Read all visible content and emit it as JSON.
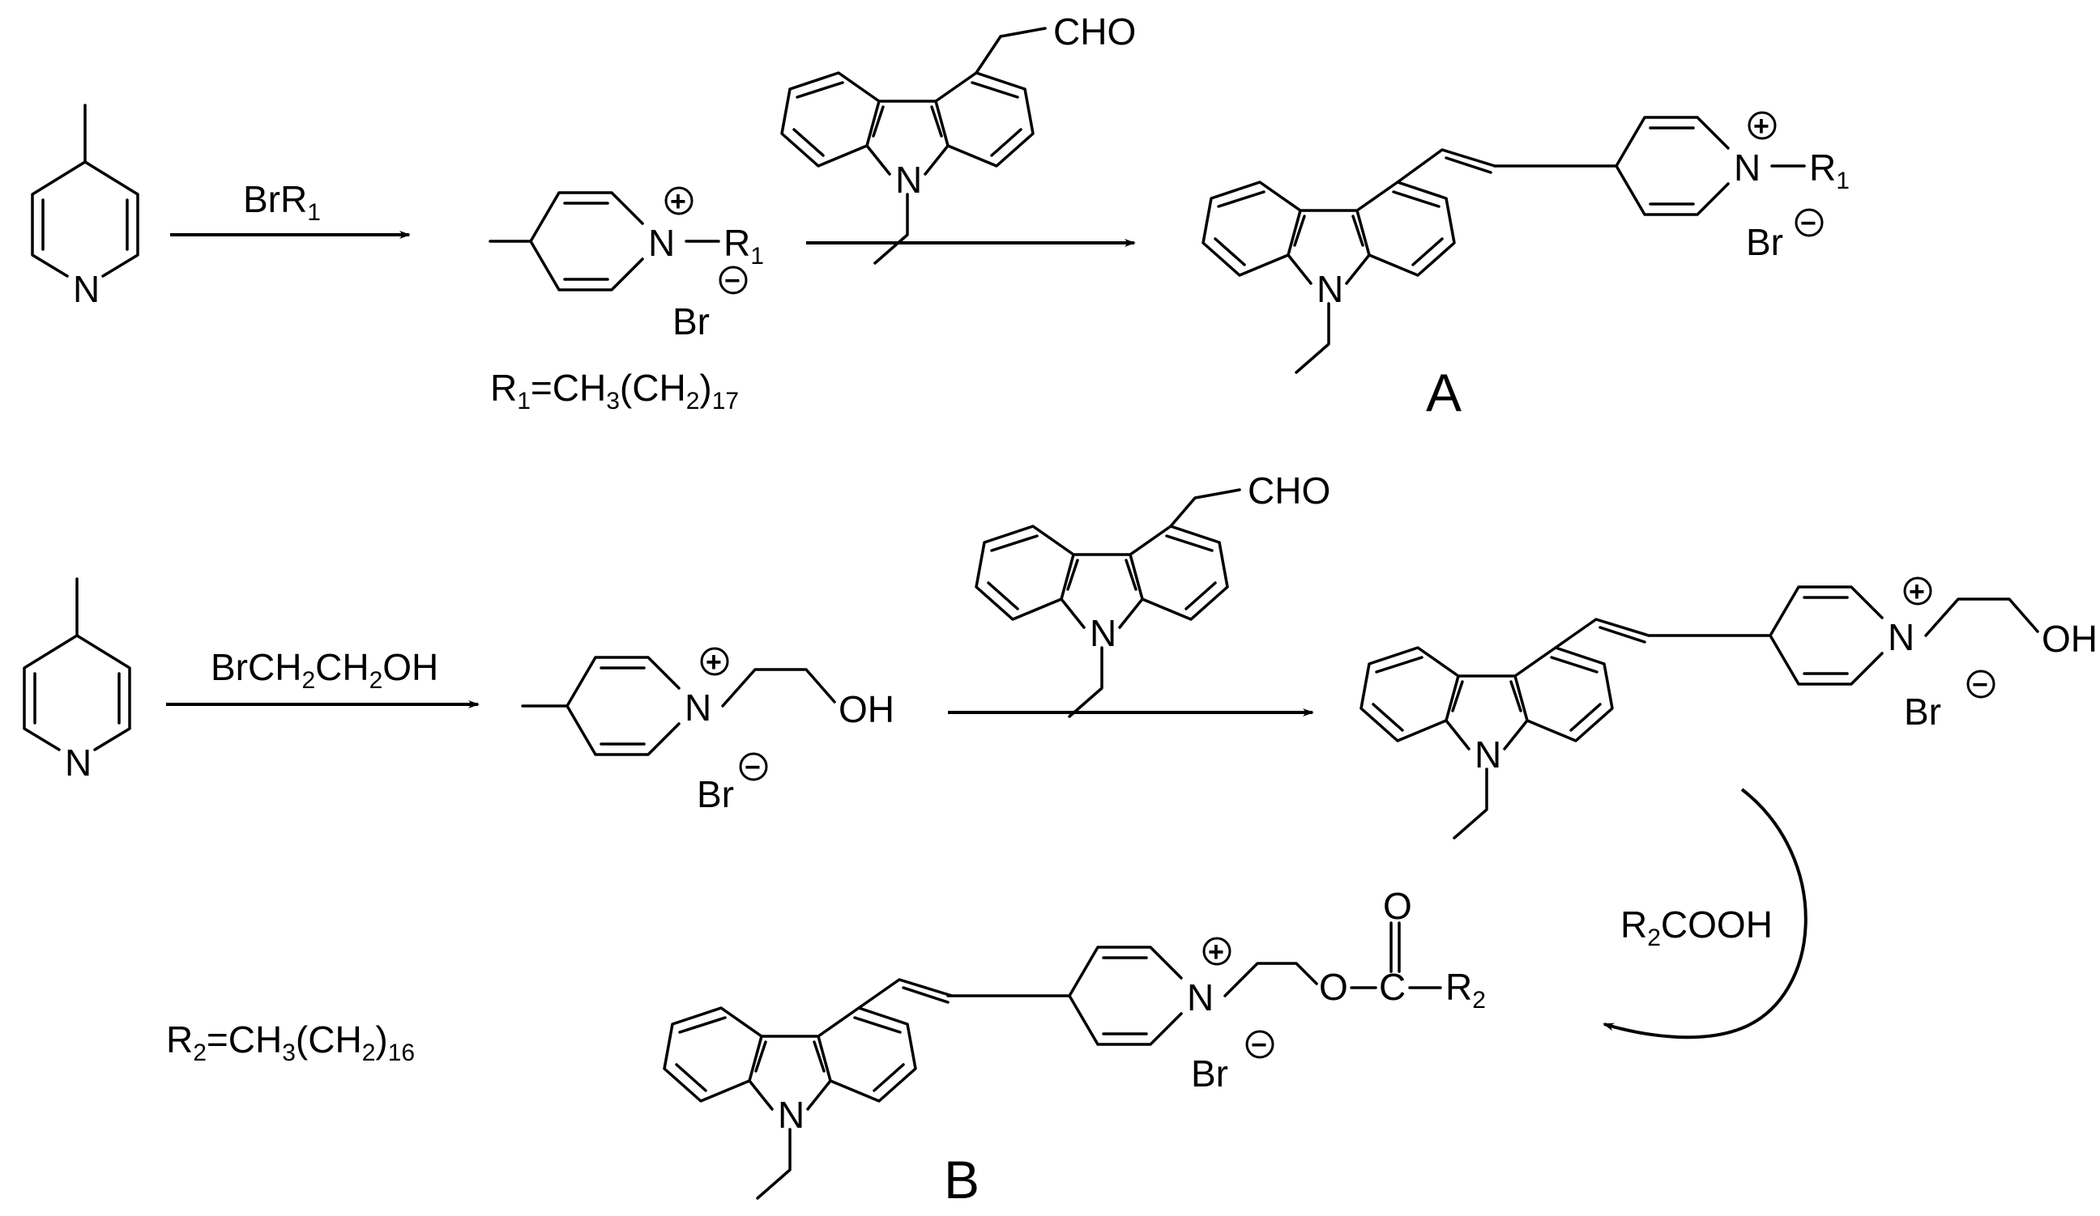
{
  "reagents": {
    "r1_arrow": "BrR",
    "r1_arrow_sub": "1",
    "r2_arrow": "BrCH",
    "r2_arrow_sub1": "2",
    "r2_arrow_mid": "CH",
    "r2_arrow_sub2": "2",
    "r2_arrow_end": "OH",
    "curved_arrow": "R",
    "curved_arrow_sub": "2",
    "curved_arrow_end": "COOH"
  },
  "definitions": {
    "r1_a": "R",
    "r1_sub": "1",
    "r1_b": "=CH",
    "r1_sub2": "3",
    "r1_c": "(CH",
    "r1_sub3": "2",
    "r1_d": ")",
    "r1_sub4": "17",
    "r2_a": "R",
    "r2_sub": "2",
    "r2_b": "=CH",
    "r2_sub2": "3",
    "r2_c": "(CH",
    "r2_sub3": "2",
    "r2_d": ")",
    "r2_sub4": "16"
  },
  "atoms": {
    "n": "N",
    "br": "Br",
    "cho": "CHO",
    "oh": "OH",
    "o": "O",
    "c": "C",
    "r": "R",
    "sub1": "1",
    "sub2": "2",
    "plus": "+",
    "minus": "−"
  },
  "products": {
    "a_label": "A",
    "b_label": "B"
  }
}
